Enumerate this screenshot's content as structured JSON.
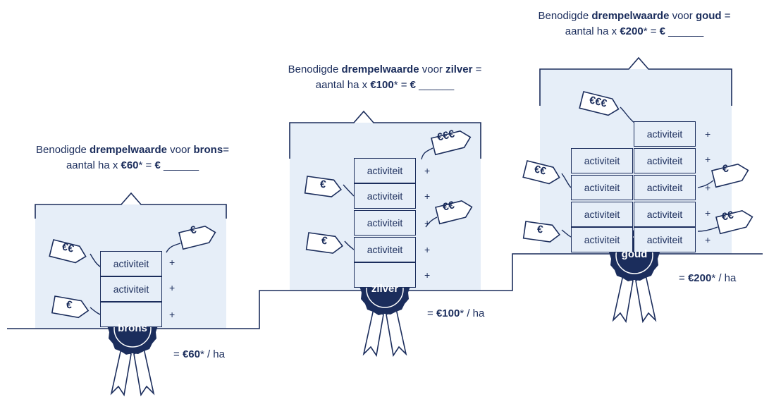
{
  "levels": {
    "brons": {
      "caption_prefix": "Benodigde ",
      "caption_bold": "drempelwaarde",
      "caption_mid": " voor ",
      "caption_level": "brons",
      "caption_suffix": "=",
      "formula_prefix": "aantal ha x ",
      "formula_value": "€60",
      "formula_suffix": "* = ",
      "formula_euro": "€",
      "formula_blank": " ______",
      "activity_labels": [
        "activiteit",
        "activiteit",
        ""
      ],
      "medal": "brons",
      "price_prefix": "= ",
      "price_value": "€60",
      "price_suffix": "* / ha"
    },
    "zilver": {
      "caption_prefix": "Benodigde ",
      "caption_bold": "drempelwaarde",
      "caption_mid": " voor ",
      "caption_level": "zilver",
      "caption_suffix": " =",
      "formula_prefix": "aantal ha x ",
      "formula_value": "€100",
      "formula_suffix": "* = ",
      "formula_euro": "€",
      "formula_blank": " ______",
      "activity_labels": [
        "activiteit",
        "activiteit",
        "activiteit",
        "activiteit",
        ""
      ],
      "medal": "zilver",
      "price_prefix": "= ",
      "price_value": "€100",
      "price_suffix": "* / ha"
    },
    "goud": {
      "caption_prefix": "Benodigde ",
      "caption_bold": "drempelwaarde",
      "caption_mid": " voor ",
      "caption_level": "goud",
      "caption_suffix": " =",
      "formula_prefix": "aantal ha x ",
      "formula_value": "€200",
      "formula_suffix": "* = ",
      "formula_euro": "€",
      "formula_blank": " ______",
      "activity_labels": [
        "activiteit",
        "activiteit",
        "activiteit",
        "activiteit",
        "activiteit",
        "activiteit",
        "activiteit",
        "activiteit",
        "activiteit"
      ],
      "medal": "goud",
      "price_prefix": "= ",
      "price_value": "€200",
      "price_suffix": "* / ha"
    }
  },
  "plus_sign": "+",
  "tags": {
    "one": "€",
    "two": "€€",
    "three": "€€€"
  },
  "colors": {
    "navy": "#1b2d5c",
    "panel": "#e6eef8"
  }
}
